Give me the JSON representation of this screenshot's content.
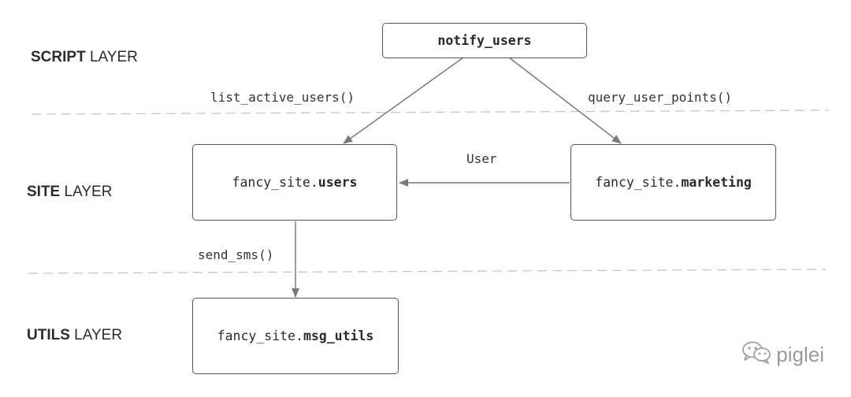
{
  "layers": {
    "script": {
      "bold": "SCRIPT",
      "rest": " LAYER"
    },
    "site": {
      "bold": "SITE",
      "rest": " LAYER"
    },
    "utils": {
      "bold": "UTILS",
      "rest": " LAYER"
    }
  },
  "nodes": {
    "notify_users": {
      "prefix": "",
      "bold": "notify_users"
    },
    "users": {
      "prefix": "fancy_site.",
      "bold": "users"
    },
    "marketing": {
      "prefix": "fancy_site.",
      "bold": "marketing"
    },
    "msg_utils": {
      "prefix": "fancy_site.",
      "bold": "msg_utils"
    }
  },
  "edges": {
    "list_active_users": "list_active_users()",
    "query_user_points": "query_user_points()",
    "user": "User",
    "send_sms": "send_sms()"
  },
  "watermark": {
    "text": "piglei",
    "icon": "wechat-icon"
  }
}
